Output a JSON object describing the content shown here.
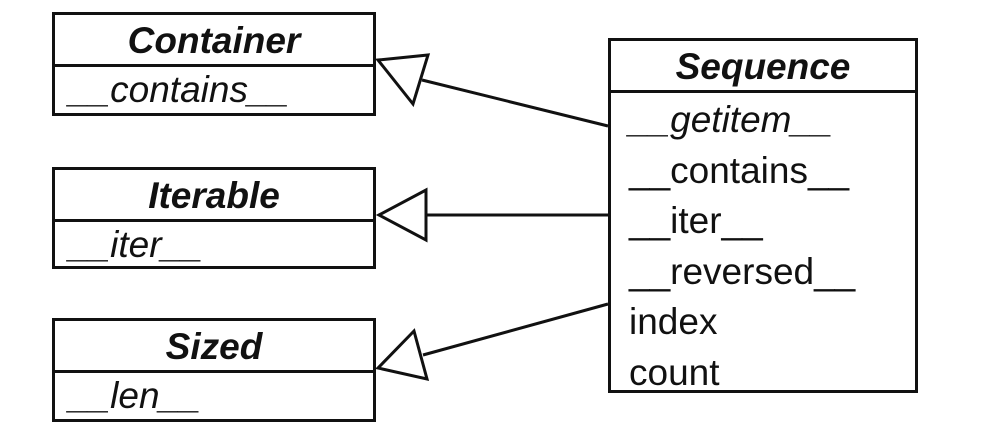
{
  "classes": {
    "container": {
      "name": "Container",
      "members": [
        "__contains__"
      ]
    },
    "iterable": {
      "name": "Iterable",
      "members": [
        "__iter__"
      ]
    },
    "sized": {
      "name": "Sized",
      "members": [
        "__len__"
      ]
    },
    "sequence": {
      "name": "Sequence",
      "members": [
        "__getitem__",
        "__contains__",
        "__iter__",
        "__reversed__",
        "index",
        "count"
      ]
    }
  },
  "relations": [
    {
      "from": "Sequence",
      "to": "Container",
      "type": "inheritance"
    },
    {
      "from": "Sequence",
      "to": "Iterable",
      "type": "inheritance"
    },
    {
      "from": "Sequence",
      "to": "Sized",
      "type": "inheritance"
    }
  ],
  "colors": {
    "stroke": "#111111",
    "background": "#ffffff"
  }
}
